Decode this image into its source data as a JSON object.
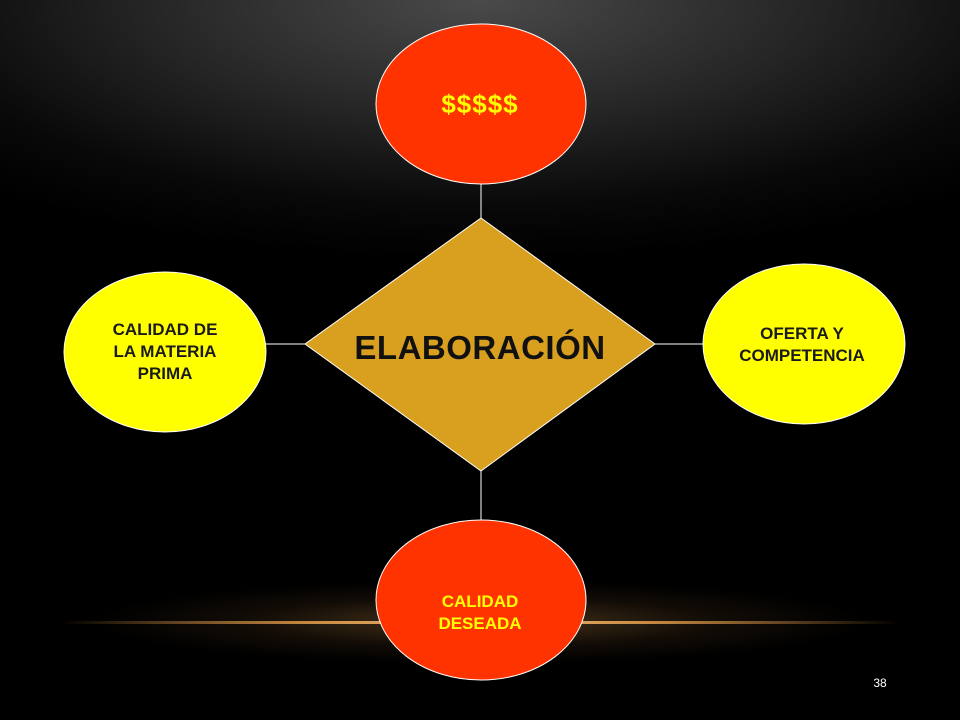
{
  "diagram": {
    "top_node": {
      "label": "$$$$$",
      "fill": "#ff3300",
      "text_color": "#ffff00"
    },
    "left_node": {
      "label": "CALIDAD DE\nLA MATERIA\nPRIMA",
      "fill": "#ffff00",
      "text_color": "#1a1a1a"
    },
    "right_node": {
      "label": "OFERTA Y\nCOMPETENCIA",
      "fill": "#ffff00",
      "text_color": "#1a1a1a"
    },
    "bottom_node": {
      "label": "CALIDAD\nDESEADA",
      "fill": "#ff3300",
      "text_color": "#ffff00"
    },
    "center_node": {
      "label": "ELABORACIÓN",
      "fill": "#d9a020",
      "text_color": "#111111"
    },
    "connector_color": "#ffffff"
  },
  "slide": {
    "page_number": "38"
  }
}
